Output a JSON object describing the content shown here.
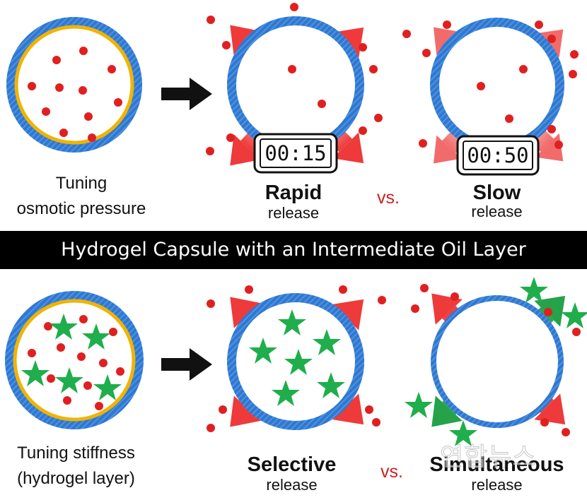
{
  "banner": {
    "title": "Hydrogel Capsule with an Intermediate Oil Layer"
  },
  "top": {
    "tuning_label_line1": "Tuning",
    "tuning_label_line2": "osmotic pressure",
    "rapid": {
      "title": "Rapid",
      "subtitle": "release",
      "timer": "00:15"
    },
    "slow": {
      "title": "Slow",
      "subtitle": "release",
      "timer": "00:50"
    },
    "vs": "vs."
  },
  "bottom": {
    "tuning_label_line1": "Tuning stiffness",
    "tuning_label_line2": "(hydrogel layer)",
    "selective": {
      "title": "Selective",
      "subtitle": "release"
    },
    "simultaneous": {
      "title": "Simultaneous",
      "subtitle": "release"
    },
    "vs": "vs."
  },
  "watermark": "연합뉴스",
  "colors": {
    "shell_blue": "#2f78d0",
    "oil_yellow": "#f0b400",
    "dot_red": "#e02020",
    "star_green": "#1fae4b",
    "arrow_red": "#ee3a3a",
    "arrow_green": "#25a24a"
  }
}
